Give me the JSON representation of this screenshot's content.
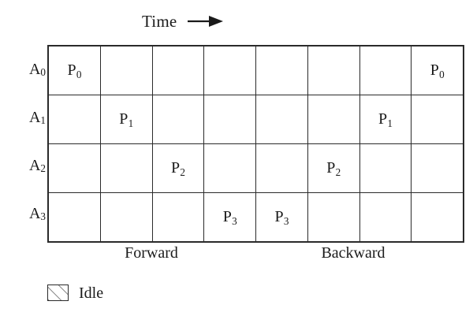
{
  "figure": {
    "time_axis": {
      "label": "Time",
      "arrow_direction": "right"
    },
    "row_labels": [
      {
        "base": "A",
        "sub": "0",
        "text": "A0"
      },
      {
        "base": "A",
        "sub": "1",
        "text": "A1"
      },
      {
        "base": "A",
        "sub": "2",
        "text": "A2"
      },
      {
        "base": "A",
        "sub": "3",
        "text": "A3"
      }
    ],
    "columns": 8,
    "rows": 4,
    "cells": [
      [
        {
          "state": "busy",
          "base": "P",
          "sub": "0"
        },
        {
          "state": "idle",
          "base": "",
          "sub": ""
        },
        {
          "state": "idle",
          "base": "",
          "sub": ""
        },
        {
          "state": "idle",
          "base": "",
          "sub": ""
        },
        {
          "state": "idle",
          "base": "",
          "sub": ""
        },
        {
          "state": "idle",
          "base": "",
          "sub": ""
        },
        {
          "state": "idle",
          "base": "",
          "sub": ""
        },
        {
          "state": "busy",
          "base": "P",
          "sub": "0"
        }
      ],
      [
        {
          "state": "idle",
          "base": "",
          "sub": ""
        },
        {
          "state": "busy",
          "base": "P",
          "sub": "1"
        },
        {
          "state": "idle",
          "base": "",
          "sub": ""
        },
        {
          "state": "idle",
          "base": "",
          "sub": ""
        },
        {
          "state": "idle",
          "base": "",
          "sub": ""
        },
        {
          "state": "idle",
          "base": "",
          "sub": ""
        },
        {
          "state": "busy",
          "base": "P",
          "sub": "1"
        },
        {
          "state": "idle",
          "base": "",
          "sub": ""
        }
      ],
      [
        {
          "state": "idle",
          "base": "",
          "sub": ""
        },
        {
          "state": "idle",
          "base": "",
          "sub": ""
        },
        {
          "state": "busy",
          "base": "P",
          "sub": "2"
        },
        {
          "state": "idle",
          "base": "",
          "sub": ""
        },
        {
          "state": "idle",
          "base": "",
          "sub": ""
        },
        {
          "state": "busy",
          "base": "P",
          "sub": "2"
        },
        {
          "state": "idle",
          "base": "",
          "sub": ""
        },
        {
          "state": "idle",
          "base": "",
          "sub": ""
        }
      ],
      [
        {
          "state": "idle",
          "base": "",
          "sub": ""
        },
        {
          "state": "idle",
          "base": "",
          "sub": ""
        },
        {
          "state": "idle",
          "base": "",
          "sub": ""
        },
        {
          "state": "busy",
          "base": "P",
          "sub": "3"
        },
        {
          "state": "busy",
          "base": "P",
          "sub": "3"
        },
        {
          "state": "idle",
          "base": "",
          "sub": ""
        },
        {
          "state": "idle",
          "base": "",
          "sub": ""
        },
        {
          "state": "idle",
          "base": "",
          "sub": ""
        }
      ]
    ],
    "phases": [
      {
        "label": "Forward"
      },
      {
        "label": "Backward"
      }
    ],
    "legend": [
      {
        "label": "Idle",
        "pattern": "diagonal-hatch"
      }
    ],
    "colors": {
      "border": "#2a2a2a",
      "hatch": "#8d8d8d",
      "background": "#ffffff",
      "text": "#1a1a1a"
    }
  }
}
